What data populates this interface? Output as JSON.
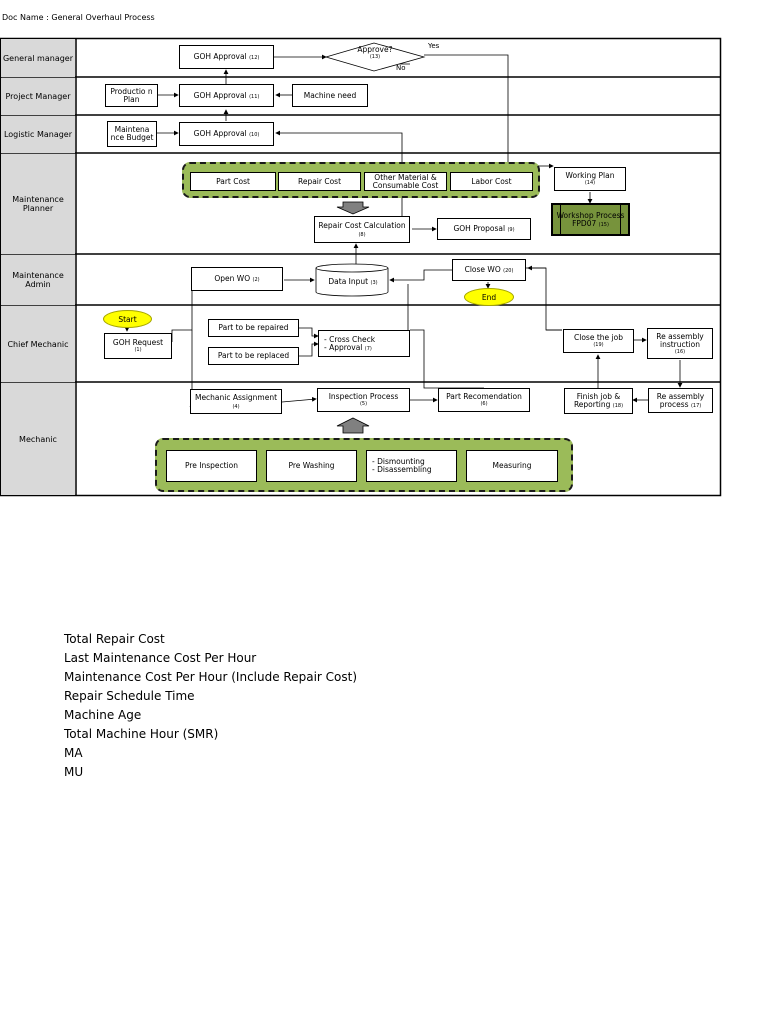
{
  "doc_name": "Doc Name : General Overhaul Process",
  "lanes": [
    "General manager",
    "Project Manager",
    "Logistic Manager",
    "Maintenance Planner",
    "Maintenance Admin",
    "Chief Mechanic",
    "Mechanic"
  ],
  "nodes": {
    "goh_approval_12": {
      "label": "GOH Approval",
      "num": "(12)"
    },
    "approve_13": {
      "label": "Approve?",
      "num": "(13)"
    },
    "yes": "Yes",
    "no": "No",
    "production_plan": "Productio n Plan",
    "goh_approval_11": {
      "label": "GOH Approval",
      "num": "(11)"
    },
    "machine_need": "Machine need",
    "maintenance_budget": "Maintena nce Budget",
    "goh_approval_10": {
      "label": "GOH Approval",
      "num": "(10)"
    },
    "part_cost": "Part Cost",
    "repair_cost": "Repair Cost",
    "other_material": "Other Material & Consumable Cost",
    "labor_cost": "Labor Cost",
    "working_plan": {
      "label": "Working Plan",
      "num": "(14)"
    },
    "workshop_process": {
      "label": "Workshop Process FPD07",
      "num": "(15)"
    },
    "repair_cost_calc": {
      "label": "Repair Cost Calculation",
      "num": "(8)"
    },
    "goh_proposal": {
      "label": "GOH Proposal",
      "num": "(9)"
    },
    "open_wo": {
      "label": "Open WO",
      "num": "(2)"
    },
    "data_input": {
      "label": "Data Input",
      "num": "(3)"
    },
    "close_wo": {
      "label": "Close WO",
      "num": "(20)"
    },
    "end": "End",
    "start": "Start",
    "goh_request": {
      "label": "GOH Request",
      "num": "(1)"
    },
    "part_repaired": "Part to be repaired",
    "part_replaced": "Part to be replaced",
    "cross_check": "- Cross Check",
    "approval_7": {
      "label": "- Approval",
      "num": "(7)"
    },
    "close_job": {
      "label": "Close the job",
      "num": "(19)"
    },
    "reassembly_instruction": {
      "label": "Re assembly instruction",
      "num": "(16)"
    },
    "mechanic_assignment": {
      "label": "Mechanic Assignment",
      "num": "(4)"
    },
    "inspection_process": {
      "label": "Inspection Process",
      "num": "(5)"
    },
    "part_recommendation": {
      "label": "Part Recomendation",
      "num": "(6)"
    },
    "finish_job": {
      "label": "Finish job & Reporting",
      "num": "(18)"
    },
    "reassembly_process": {
      "label": "Re assembly process",
      "num": "(17)"
    },
    "pre_inspection": "Pre Inspection",
    "pre_washing": "Pre Washing",
    "dismounting": "- Dismounting",
    "disassembling": "- Disassembling",
    "measuring": "Measuring"
  },
  "metrics": [
    "Total Repair Cost",
    "Last Maintenance Cost Per Hour",
    "Maintenance Cost Per Hour (Include Repair Cost)",
    "Repair Schedule Time",
    "Machine Age",
    "Total Machine Hour (SMR)",
    "MA",
    "MU"
  ],
  "colors": {
    "lane_label_bg": "#d9d9d9",
    "group_green": "#9bbb59",
    "workshop_green": "#77933c",
    "terminal_yellow": "#ffff00",
    "arrow_gray": "#808080"
  }
}
